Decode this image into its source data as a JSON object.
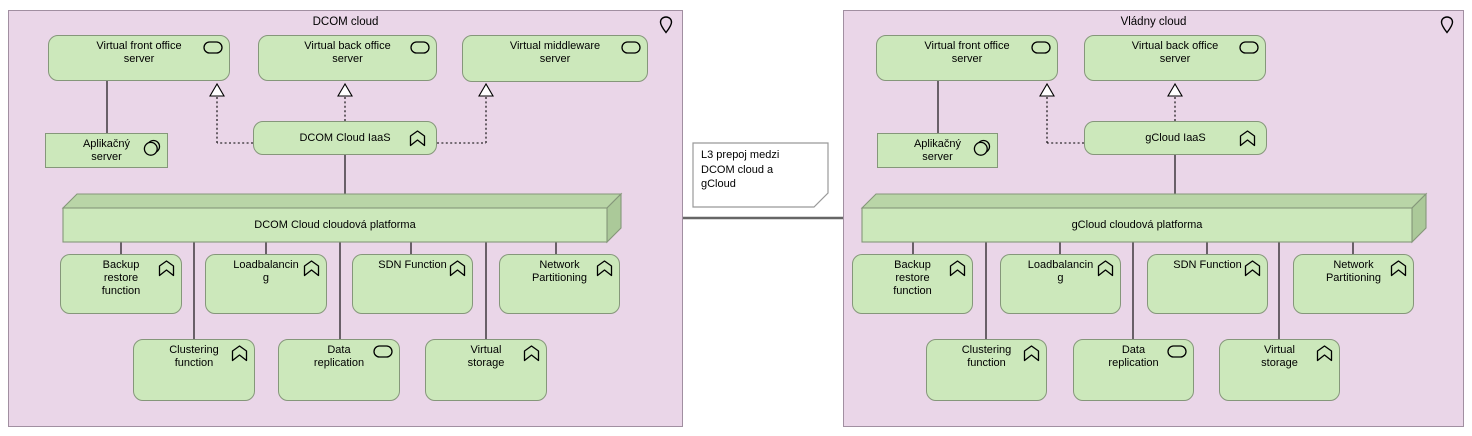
{
  "colors": {
    "location_fill": "#EAD6E8",
    "location_border": "#A18FA1",
    "element_fill": "#CCE8BB",
    "element_border": "#85977A",
    "platform_top_fill": "#B9D5A7",
    "platform_side_fill": "#ABC999",
    "note_fill": "#FFFFFF",
    "note_border": "#999999",
    "connector_color": "#000000",
    "association_color": "#666666"
  },
  "dcom": {
    "title": "DCOM cloud",
    "nodes": [
      {
        "label": "Virtual front office\nserver",
        "icon": "technology-service"
      },
      {
        "label": "Virtual back office\nserver",
        "icon": "technology-service"
      },
      {
        "label": "Virtual middleware\nserver",
        "icon": "technology-service"
      },
      {
        "label": "Aplikačný\nserver",
        "icon": "system-software"
      },
      {
        "label": "DCOM Cloud IaaS",
        "icon": "function"
      },
      {
        "label": "DCOM Cloud cloudová platforma",
        "icon": "node-3d"
      },
      {
        "label": "Backup\nrestore\nfunction",
        "icon": "function"
      },
      {
        "label": "Loadbalancin\ng",
        "icon": "function"
      },
      {
        "label": "SDN Function",
        "icon": "function"
      },
      {
        "label": "Network\nPartitioning",
        "icon": "function"
      },
      {
        "label": "Clustering\nfunction",
        "icon": "function"
      },
      {
        "label": "Data\nreplication",
        "icon": "technology-service"
      },
      {
        "label": "Virtual\nstorage",
        "icon": "function"
      }
    ]
  },
  "vladny": {
    "title": "Vládny cloud",
    "nodes": [
      {
        "label": "Virtual front office\nserver",
        "icon": "technology-service"
      },
      {
        "label": "Virtual back office\nserver",
        "icon": "technology-service"
      },
      {
        "label": "Aplikačný\nserver",
        "icon": "system-software"
      },
      {
        "label": "gCloud IaaS",
        "icon": "function"
      },
      {
        "label": "gCloud cloudová platforma",
        "icon": "node-3d"
      },
      {
        "label": "Backup\nrestore\nfunction",
        "icon": "function"
      },
      {
        "label": "Loadbalancin\ng",
        "icon": "function"
      },
      {
        "label": "SDN Function",
        "icon": "function"
      },
      {
        "label": "Network\nPartitioning",
        "icon": "function"
      },
      {
        "label": "Clustering\nfunction",
        "icon": "function"
      },
      {
        "label": "Data\nreplication",
        "icon": "technology-service"
      },
      {
        "label": "Virtual\nstorage",
        "icon": "function"
      }
    ]
  },
  "note": {
    "text": "L3 prepoj medzi\nDCOM cloud a\ngCloud"
  }
}
